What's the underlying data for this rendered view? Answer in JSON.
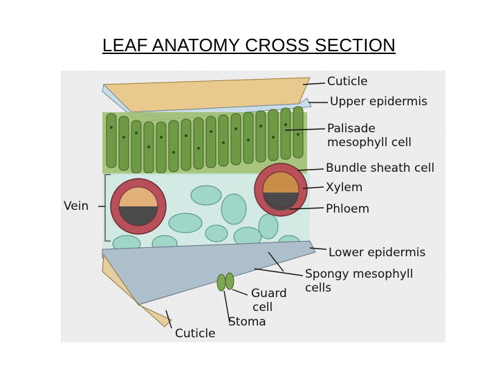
{
  "title": "LEAF ANATOMY CROSS SECTION",
  "labels": {
    "cuticle_top": "Cuticle",
    "upper_epidermis": "Upper epidermis",
    "palisade_1": "Palisade",
    "palisade_2": "mesophyll cell",
    "bundle_sheath": "Bundle sheath cell",
    "xylem": "Xylem",
    "phloem": "Phloem",
    "vein": "Vein",
    "lower_epidermis": "Lower epidermis",
    "spongy_1": "Spongy mesophyll",
    "spongy_2": "cells",
    "guard_1": "Guard",
    "guard_2": "cell",
    "stoma": "Stoma",
    "cuticle_bottom": "Cuticle"
  },
  "colors": {
    "cuticle": "#e9c98d",
    "upper_epidermis": "#c9dde8",
    "palisade": "#7fa653",
    "spongy": "#9fd6c8",
    "bundle_sheath": "#b8505a",
    "xylem": "#c98d4a",
    "phloem": "#4a4a4a",
    "lower_epidermis": "#aebfcc"
  }
}
